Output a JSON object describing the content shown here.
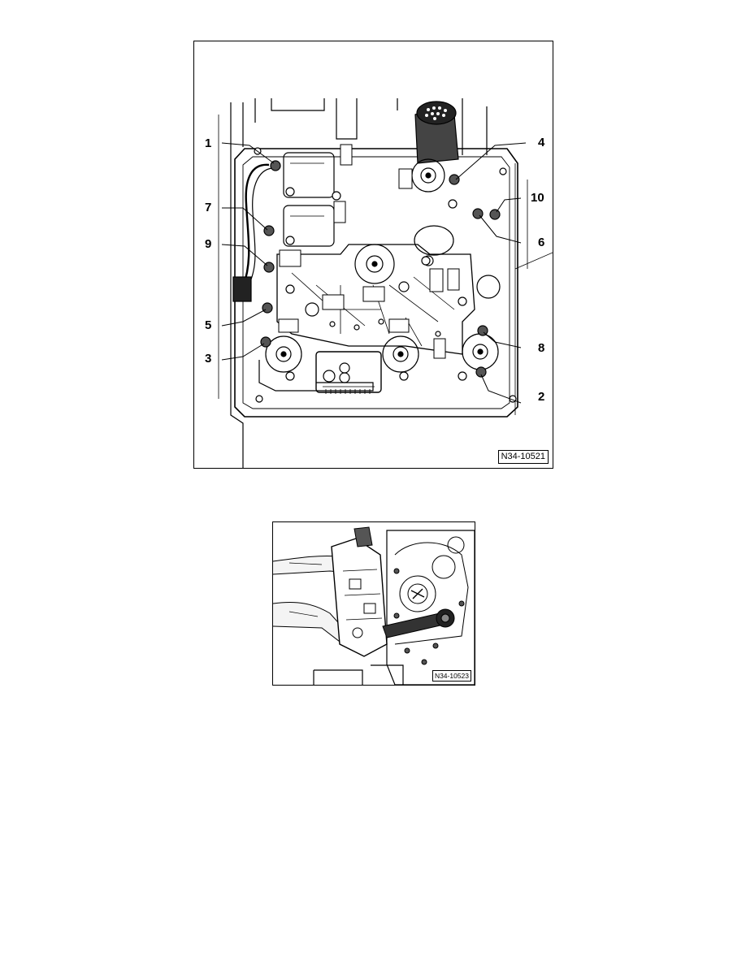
{
  "figure1": {
    "reference": "N34-10521",
    "callouts": {
      "c1": "1",
      "c2": "2",
      "c3": "3",
      "c4": "4",
      "c5": "5",
      "c6": "6",
      "c7": "7",
      "c8": "8",
      "c9": "9",
      "c10": "10"
    }
  },
  "figure2": {
    "reference": "N34-10523"
  }
}
